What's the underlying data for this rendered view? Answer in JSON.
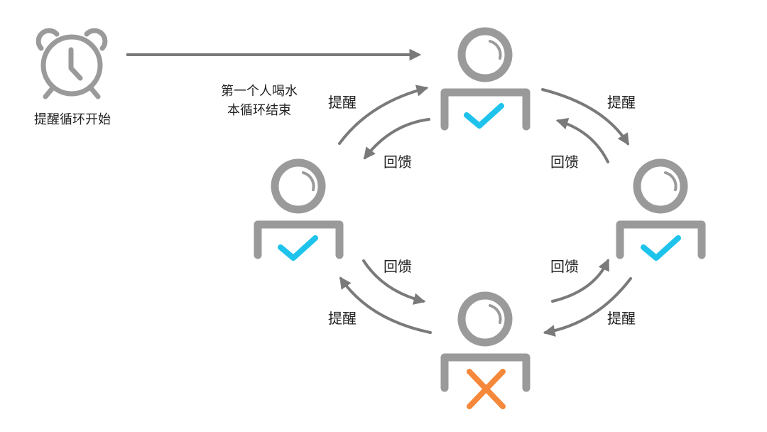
{
  "colors": {
    "gray": "#9a9a9a",
    "arrow": "#7a7a7a",
    "check": "#1ec3ec",
    "cross": "#f5883a"
  },
  "alarm": {
    "icon": "alarm-clock-icon",
    "label": "提醒循环开始"
  },
  "start_note": {
    "line1": "第一个人喝水",
    "line2": "本循环结束"
  },
  "people": [
    {
      "id": "top",
      "status": "check"
    },
    {
      "id": "left",
      "status": "check"
    },
    {
      "id": "right",
      "status": "check"
    },
    {
      "id": "bottom",
      "status": "cross"
    }
  ],
  "labels": {
    "remind_top_left": "提醒",
    "feedback_top_left": "回馈",
    "remind_top_right": "提醒",
    "feedback_top_right": "回馈",
    "feedback_bottom_left": "回馈",
    "remind_bottom_left": "提醒",
    "feedback_bottom_right": "回馈",
    "remind_bottom_right": "提醒"
  }
}
